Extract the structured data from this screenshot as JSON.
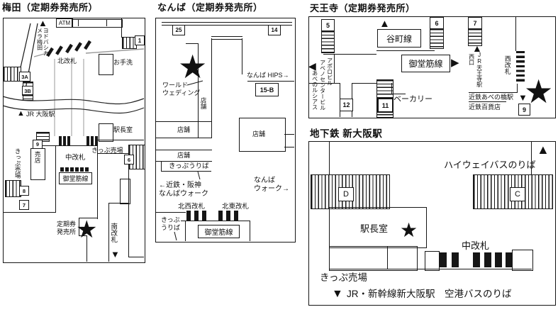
{
  "icons": {
    "up": "▲",
    "down": "▼",
    "left": "◀",
    "right": "▶",
    "star": "★"
  },
  "umeda": {
    "title": "梅田（定期券発売所）",
    "atm": "ATM",
    "exit_1": "1",
    "yodobashi": "ヨドバシカメラ梅田",
    "kita_kaisatsu": "北改札",
    "otearai": "お手洗",
    "exit_3a": "3A",
    "exit_3b": "3B",
    "jr_osaka": "JR 大阪駅",
    "ekichoshitsu": "駅長室",
    "exit_9": "9",
    "kippu_uriba_v": "きっぷ売場",
    "baiten": "売店",
    "naka_kaisatsu": "中改札",
    "kippu_uriba_h": "きっぷ売場",
    "exit_6": "6",
    "midosuji_line": "御堂筋線",
    "exit_8": "8",
    "exit_7": "7",
    "teikiken": "定期券\n発売所",
    "minami_kaisatsu": "南改札"
  },
  "namba": {
    "title": "なんば（定期券発売所）",
    "exit_25": "25",
    "exit_14": "14",
    "world_wedding": "ワールド\nウェディング",
    "tenpo": "店舗",
    "namba_hips": "なんば HIPS→",
    "exit_15b": "15-B",
    "kippu_uriba": "きっぷうりば",
    "kintetsu_hanshin": "←近鉄・阪神\nなんばウォーク",
    "namba_walk": "なんば\nウォーク→",
    "hokusei_kaisatsu": "北西改札",
    "hokuto_kaisatsu": "北東改札",
    "midosuji_line": "御堂筋線",
    "kippu_uriba_sub": "きっぷ\nうりば"
  },
  "tennoji": {
    "title": "天王寺（定期券発売所）",
    "exit_5": "5",
    "exit_6": "6",
    "exit_7": "7",
    "exit_12": "12",
    "exit_11": "11",
    "exit_9": "9",
    "tanimachi_line": "谷町線",
    "midosuji_line": "御堂筋線",
    "nishiguchi": "西口",
    "jr_tennoji": "JR天王寺駅",
    "nishi_kaisatsu": "西改札",
    "apollo_bldg": "アポロビル",
    "abeno_center_bldg": "アベノセンタービル",
    "abeno_lucias": "あべのルシアス",
    "bakery": "ベーカリー",
    "kintetsu_abenobashi": "近鉄あべの橋駅",
    "kintetsu_dept": "近鉄百貨店"
  },
  "shin_osaka": {
    "title": "地下鉄 新大阪駅",
    "highway_bus": "ハイウェイバスのりば",
    "exit_d": "D",
    "exit_c": "C",
    "ekichoshitsu": "駅長室",
    "naka_kaisatsu": "中改札",
    "kippu_uriba": "きっぷ売場",
    "jr_shinkansen_airport": "JR・新幹線新大阪駅　空港バスのりば"
  }
}
